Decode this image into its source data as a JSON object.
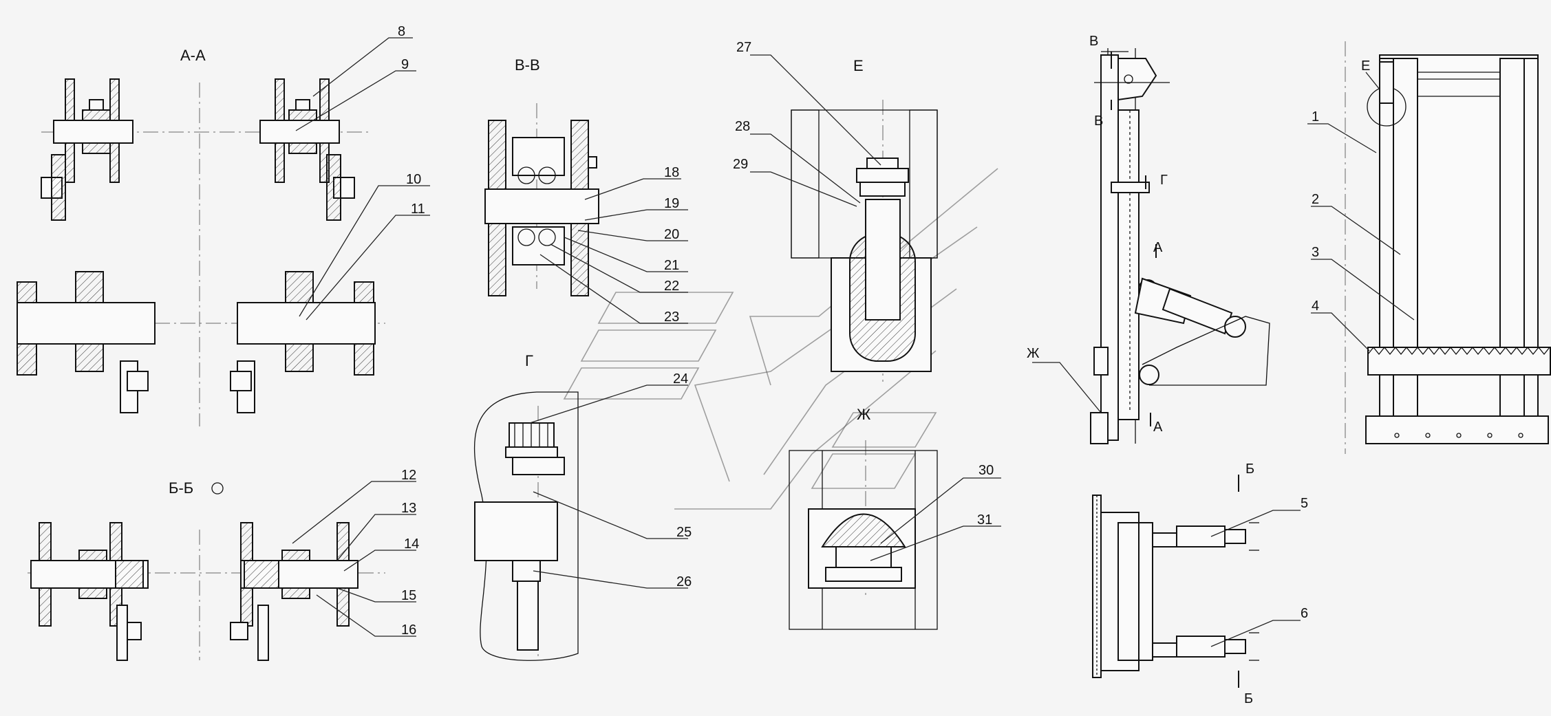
{
  "section_titles": {
    "aa": "А-А",
    "vv": "В-В",
    "e": "Е",
    "bb": "Б-Б",
    "g": "Г",
    "zh": "Ж"
  },
  "section_marks": {
    "v_top": "В",
    "v_bottom": "В",
    "g": "Г",
    "a_top": "А",
    "a_bottom": "А",
    "zh": "Ж",
    "b_top": "Б",
    "b_bottom": "Б",
    "e_circle": "Е"
  },
  "callouts": [
    "1",
    "2",
    "3",
    "4",
    "5",
    "6",
    "8",
    "9",
    "10",
    "11",
    "12",
    "13",
    "14",
    "15",
    "16",
    "18",
    "19",
    "20",
    "21",
    "22",
    "23",
    "24",
    "25",
    "26",
    "27",
    "28",
    "29",
    "30",
    "31"
  ]
}
